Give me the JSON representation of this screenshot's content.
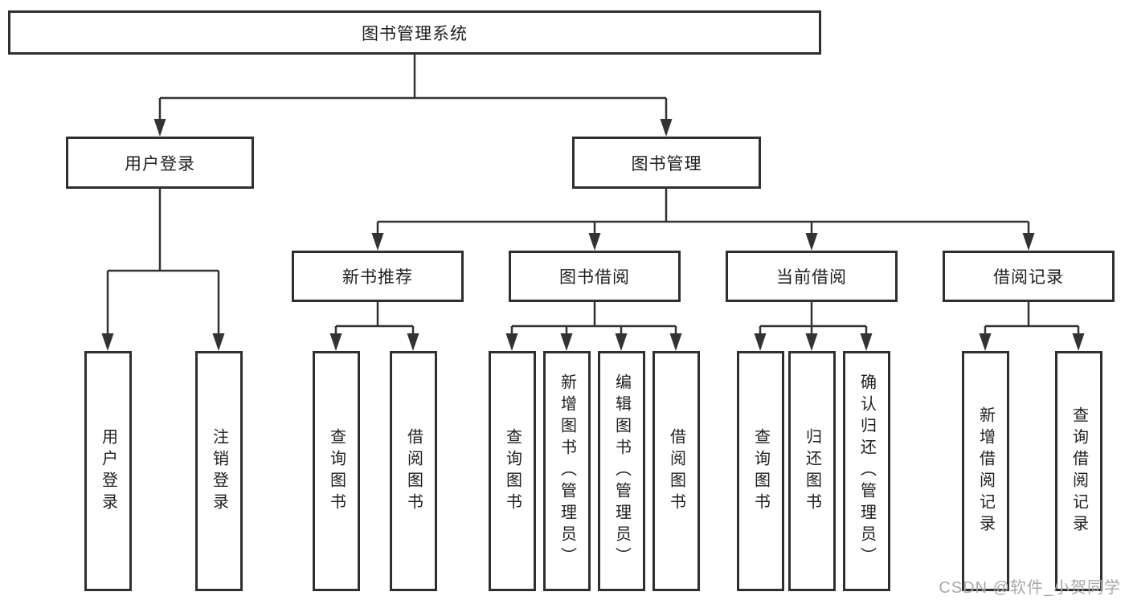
{
  "tree": {
    "root_label": "图书管理系统",
    "children": [
      {
        "label": "用户登录",
        "children": [
          "用户登录",
          "注销登录"
        ]
      },
      {
        "label": "图书管理",
        "children": [
          {
            "label": "新书推荐",
            "children": [
              "查询图书",
              "借阅图书"
            ]
          },
          {
            "label": "图书借阅",
            "children": [
              "查询图书",
              "新增图书（管理员）",
              "编辑图书（管理员）",
              "借阅图书"
            ]
          },
          {
            "label": "当前借阅",
            "children": [
              "查询图书",
              "归还图书",
              "确认归还（管理员）"
            ]
          },
          {
            "label": "借阅记录",
            "children": [
              "新增借阅记录",
              "查询借阅记录"
            ]
          }
        ]
      }
    ]
  },
  "watermark": {
    "text": "CSDN @软件_小贺同学"
  },
  "colors": {
    "line": "#333333",
    "box_border": "#2f2f2f",
    "text": "#1f1f1f",
    "watermark": "#a8a8a8",
    "background": "#ffffff"
  }
}
